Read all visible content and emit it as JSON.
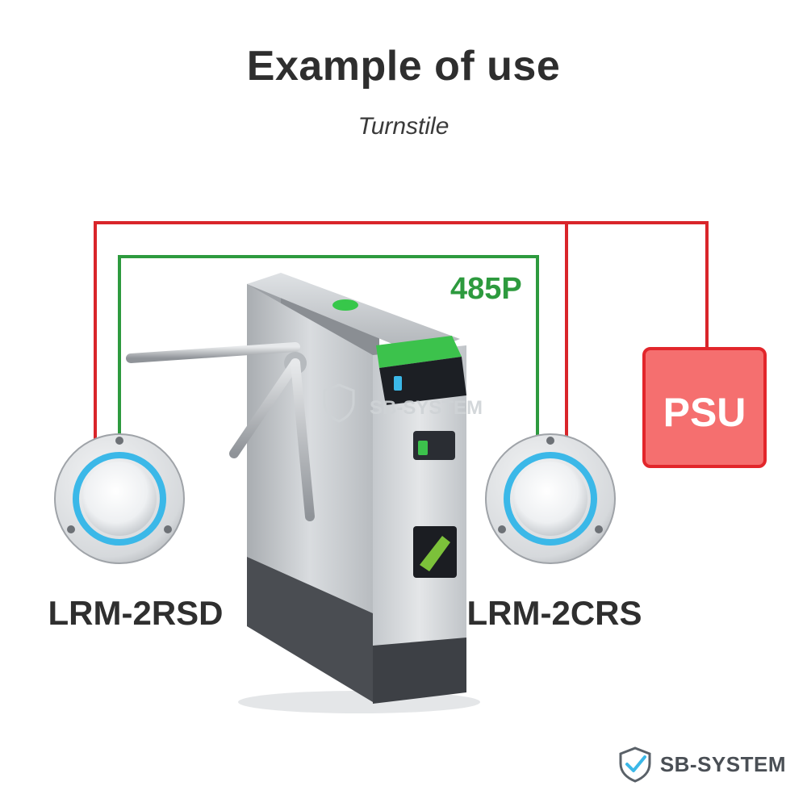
{
  "header": {
    "title": "Example of use",
    "subtitle": "Turnstile"
  },
  "diagram": {
    "bus_label": "485P",
    "power_supply_label": "PSU",
    "reader_left_label": "LRM-2RSD",
    "reader_right_label": "LRM-2CRS",
    "watermark_text": "SB-SYSTEM",
    "colors": {
      "power_line": "#d9252a",
      "bus_line": "#2d9a3e",
      "psu_fill": "#f56f6f",
      "psu_border": "#e2262b",
      "reader_ring": "#3bb8e8"
    }
  },
  "brand": {
    "name": "SB-SYSTEM",
    "logo_icon": "shield-check-icon"
  }
}
